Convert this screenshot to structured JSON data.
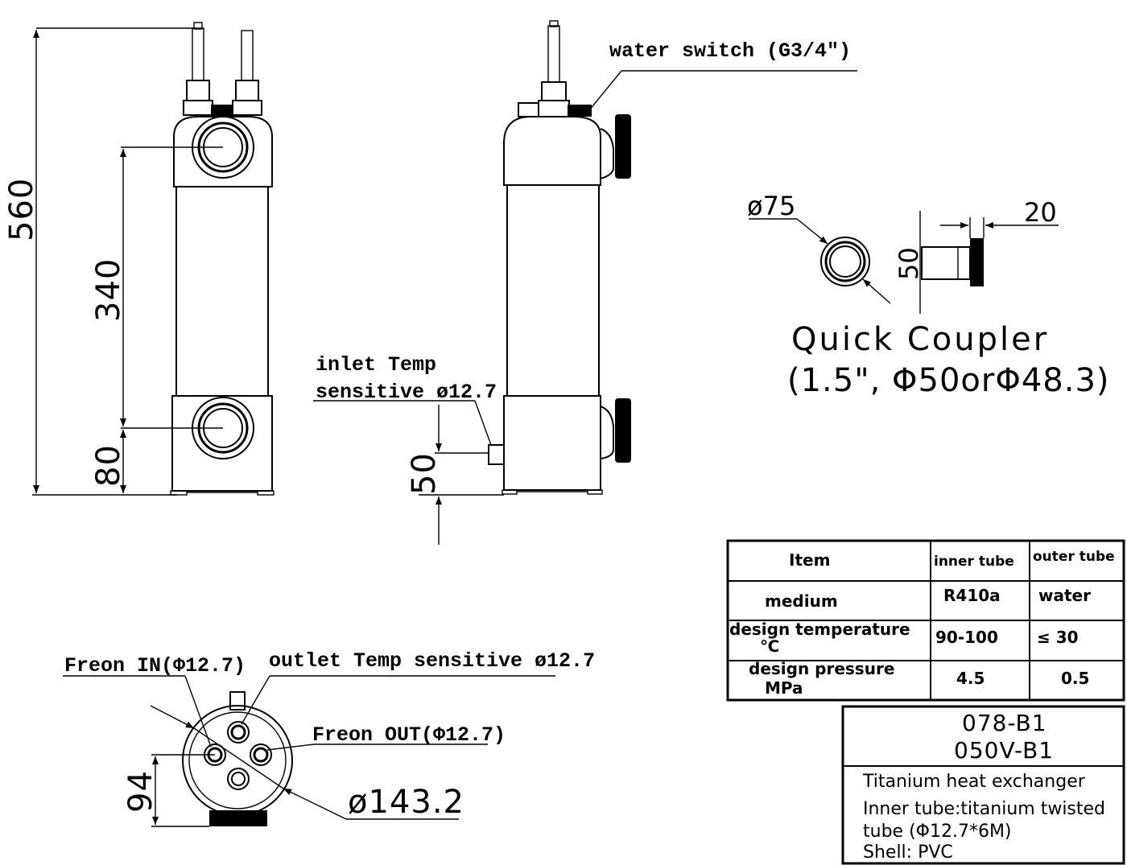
{
  "front_view": {
    "dim_overall": "560",
    "dim_ports": "340",
    "dim_base": "80"
  },
  "side_view": {
    "water_switch_label": "water switch (G3/4\")",
    "inlet_label_line1": "inlet Temp",
    "inlet_label_line2": "sensitive ø12.7",
    "dim_inlet": "50"
  },
  "coupler": {
    "dim_diameter": "ø75",
    "dim_width": "20",
    "dim_height": "50",
    "title": "Quick Coupler",
    "spec": "(1.5\", Φ50orΦ48.3)"
  },
  "top_view": {
    "freon_in": "Freon IN(Φ12.7)",
    "outlet_sensor": "outlet Temp sensitive ø12.7",
    "freon_out": "Freon OUT(Φ12.7)",
    "dim_offset": "94",
    "dim_diameter": "ø143.2"
  },
  "spec_table": {
    "headers": [
      "Item",
      "inner tube",
      "outer tube"
    ],
    "rows": [
      {
        "item": "medium",
        "item2": "",
        "inner": "R410a",
        "outer": "water"
      },
      {
        "item": "design temperature",
        "item2": "℃",
        "inner": "90-100",
        "outer": "≤ 30"
      },
      {
        "item": "design pressure",
        "item2": "MPa",
        "inner": "4.5",
        "outer": "0.5"
      }
    ]
  },
  "title_block": {
    "code1": "078-B1",
    "code2": "050V-B1",
    "desc1": "Titanium heat exchanger",
    "desc2": "Inner tube:titanium twisted",
    "desc3": "tube (Φ12.7*6M)",
    "desc4": "Shell: PVC"
  }
}
